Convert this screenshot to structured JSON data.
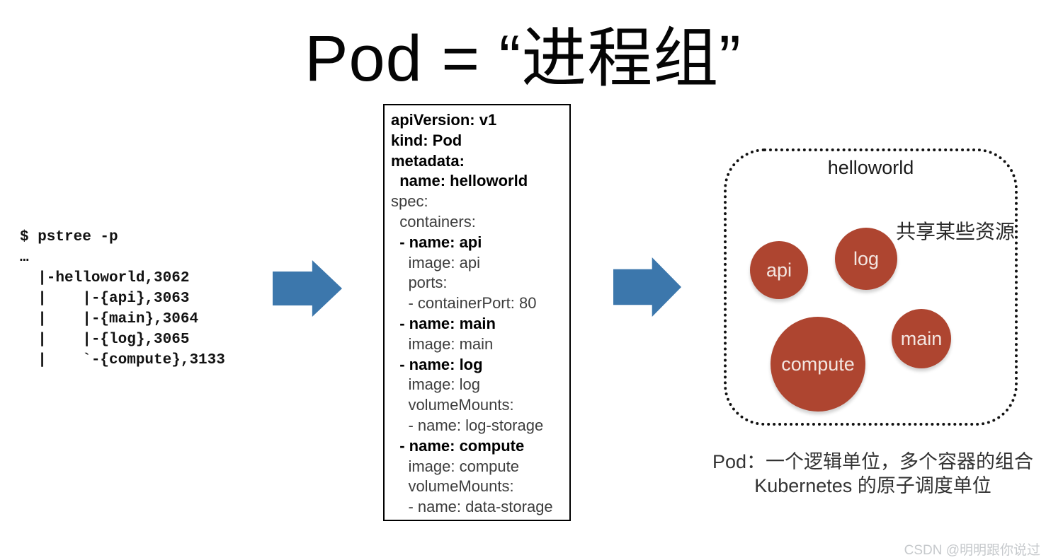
{
  "title": "Pod = “进程组”",
  "terminal": {
    "lines": [
      "$ pstree -p",
      "…",
      "  |-helloworld,3062",
      "  |    |-{api},3063",
      "  |    |-{main},3064",
      "  |    |-{log},3065",
      "  |    `-{compute},3133"
    ]
  },
  "yaml": {
    "lines": [
      {
        "text": "apiVersion: v1",
        "bold": true
      },
      {
        "text": "kind: Pod",
        "bold": true
      },
      {
        "text": "metadata:",
        "bold": true
      },
      {
        "text": "  name: helloworld",
        "bold": true
      },
      {
        "text": "spec:",
        "bold": false
      },
      {
        "text": "  containers:",
        "bold": false
      },
      {
        "text": "  - name: api",
        "bold": true
      },
      {
        "text": "    image: api",
        "bold": false
      },
      {
        "text": "    ports:",
        "bold": false
      },
      {
        "text": "    - containerPort: 80",
        "bold": false
      },
      {
        "text": "  - name: main",
        "bold": true
      },
      {
        "text": "    image: main",
        "bold": false
      },
      {
        "text": "  - name: log",
        "bold": true
      },
      {
        "text": "    image: log",
        "bold": false
      },
      {
        "text": "    volumeMounts:",
        "bold": false
      },
      {
        "text": "    - name: log-storage",
        "bold": false
      },
      {
        "text": "  - name: compute",
        "bold": true
      },
      {
        "text": "    image: compute",
        "bold": false
      },
      {
        "text": "    volumeMounts:",
        "bold": false
      },
      {
        "text": "    - name: data-storage",
        "bold": false
      }
    ]
  },
  "pod_box": {
    "label": "helloworld",
    "note": "共享某些资源",
    "containers": [
      {
        "id": "api",
        "label": "api"
      },
      {
        "id": "log",
        "label": "log"
      },
      {
        "id": "compute",
        "label": "compute"
      },
      {
        "id": "main",
        "label": "main"
      }
    ]
  },
  "caption": {
    "line1": "Pod：一个逻辑单位，多个容器的组合",
    "line2": "Kubernetes 的原子调度单位"
  },
  "watermark": "CSDN @明明跟你说过",
  "colors": {
    "arrow": "#3c77ac",
    "container_fill": "#ae4530",
    "container_text": "#f3e6e1"
  }
}
